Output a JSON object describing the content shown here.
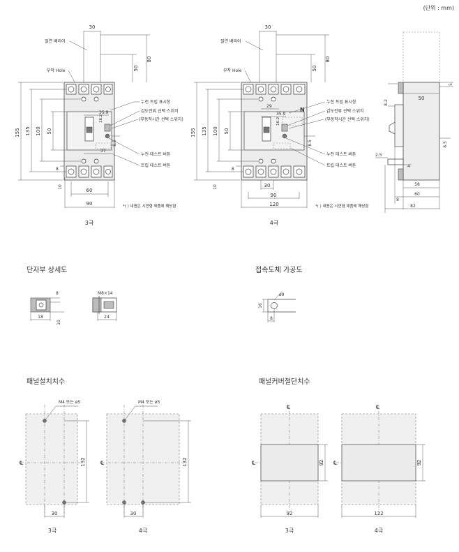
{
  "unit_note": "(단위 : mm)",
  "front": {
    "callouts": {
      "insulation_barrier": "절연 배리어",
      "mount_hole": "부착 Hole",
      "leak_trip_window": "누전 트립 표시창",
      "sensitivity_switch": "감도전류 선택 스위치",
      "nonop_time_switch": "(부동작시간 선택 스위치)",
      "leak_test_button": "누전 테스트 버튼",
      "trip_test_button": "트립 테스트 버튼"
    },
    "footnote": "*( ) 내용은 시연형 제품에 해당함",
    "pole3": {
      "caption": "3극",
      "dims": [
        "30",
        "80",
        "50",
        "155",
        "135",
        "100",
        "50",
        "35.9",
        "37",
        "16.2",
        "8.5",
        "8",
        "10",
        "60",
        "90"
      ]
    },
    "pole4": {
      "caption": "4극",
      "n_mark": "N",
      "dims": [
        "30",
        "80",
        "50",
        "155",
        "135",
        "100",
        "50",
        "29",
        "35.9",
        "16.2",
        "8.5",
        "8",
        "10",
        "30",
        "90",
        "120"
      ]
    },
    "side": {
      "dims": [
        "5",
        "50",
        "8.2",
        "8.5",
        "2.5",
        "4",
        "58",
        "8",
        "60",
        "82"
      ]
    }
  },
  "terminal_detail": {
    "title": "단자부 상세도",
    "dims": [
      "8",
      "18",
      "10",
      "M8×14",
      "24"
    ]
  },
  "conductor_detail": {
    "title": "접속도체 가공도",
    "dims": [
      "16",
      "ø9",
      "8"
    ]
  },
  "panel_mount": {
    "title": "패널설치치수",
    "hole_note": "M4 또는 ø5",
    "centerline": "℄",
    "pole3": {
      "caption": "3극",
      "dims": [
        "132",
        "30"
      ]
    },
    "pole4": {
      "caption": "4극",
      "dims": [
        "132",
        "30"
      ]
    }
  },
  "panel_cutout": {
    "title": "패널커버절단치수",
    "centerline": "℄",
    "pole3": {
      "caption": "3극",
      "dims": [
        "92",
        "92"
      ]
    },
    "pole4": {
      "caption": "4극",
      "dims": [
        "92",
        "122"
      ]
    }
  }
}
